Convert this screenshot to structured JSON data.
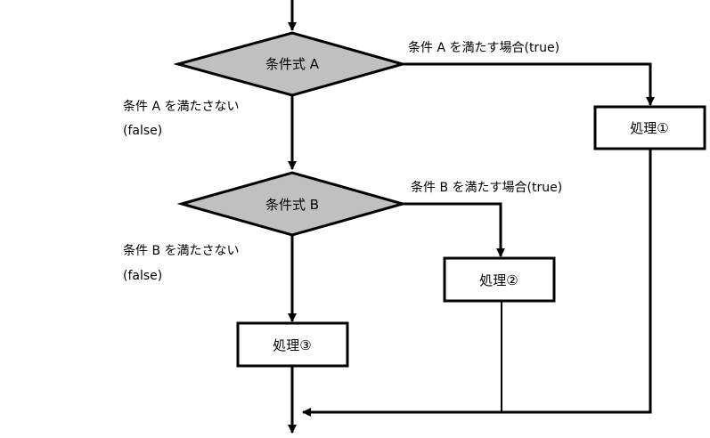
{
  "colors": {
    "line": "#000000",
    "decision_fill": "#c0c0c0",
    "process_fill": "#ffffff"
  },
  "nodes": {
    "decision_a": "条件式 A",
    "decision_b": "条件式 B",
    "process_1": "処理①",
    "process_2": "処理②",
    "process_3": "処理③"
  },
  "edge_labels": {
    "a_true": "条件 A を満たす場合(true)",
    "a_false_line1": "条件 A を満たさない",
    "a_false_line2": "(false)",
    "b_true": "条件 B を満たす場合(true)",
    "b_false_line1": "条件 B を満たさない",
    "b_false_line2": "(false)"
  }
}
